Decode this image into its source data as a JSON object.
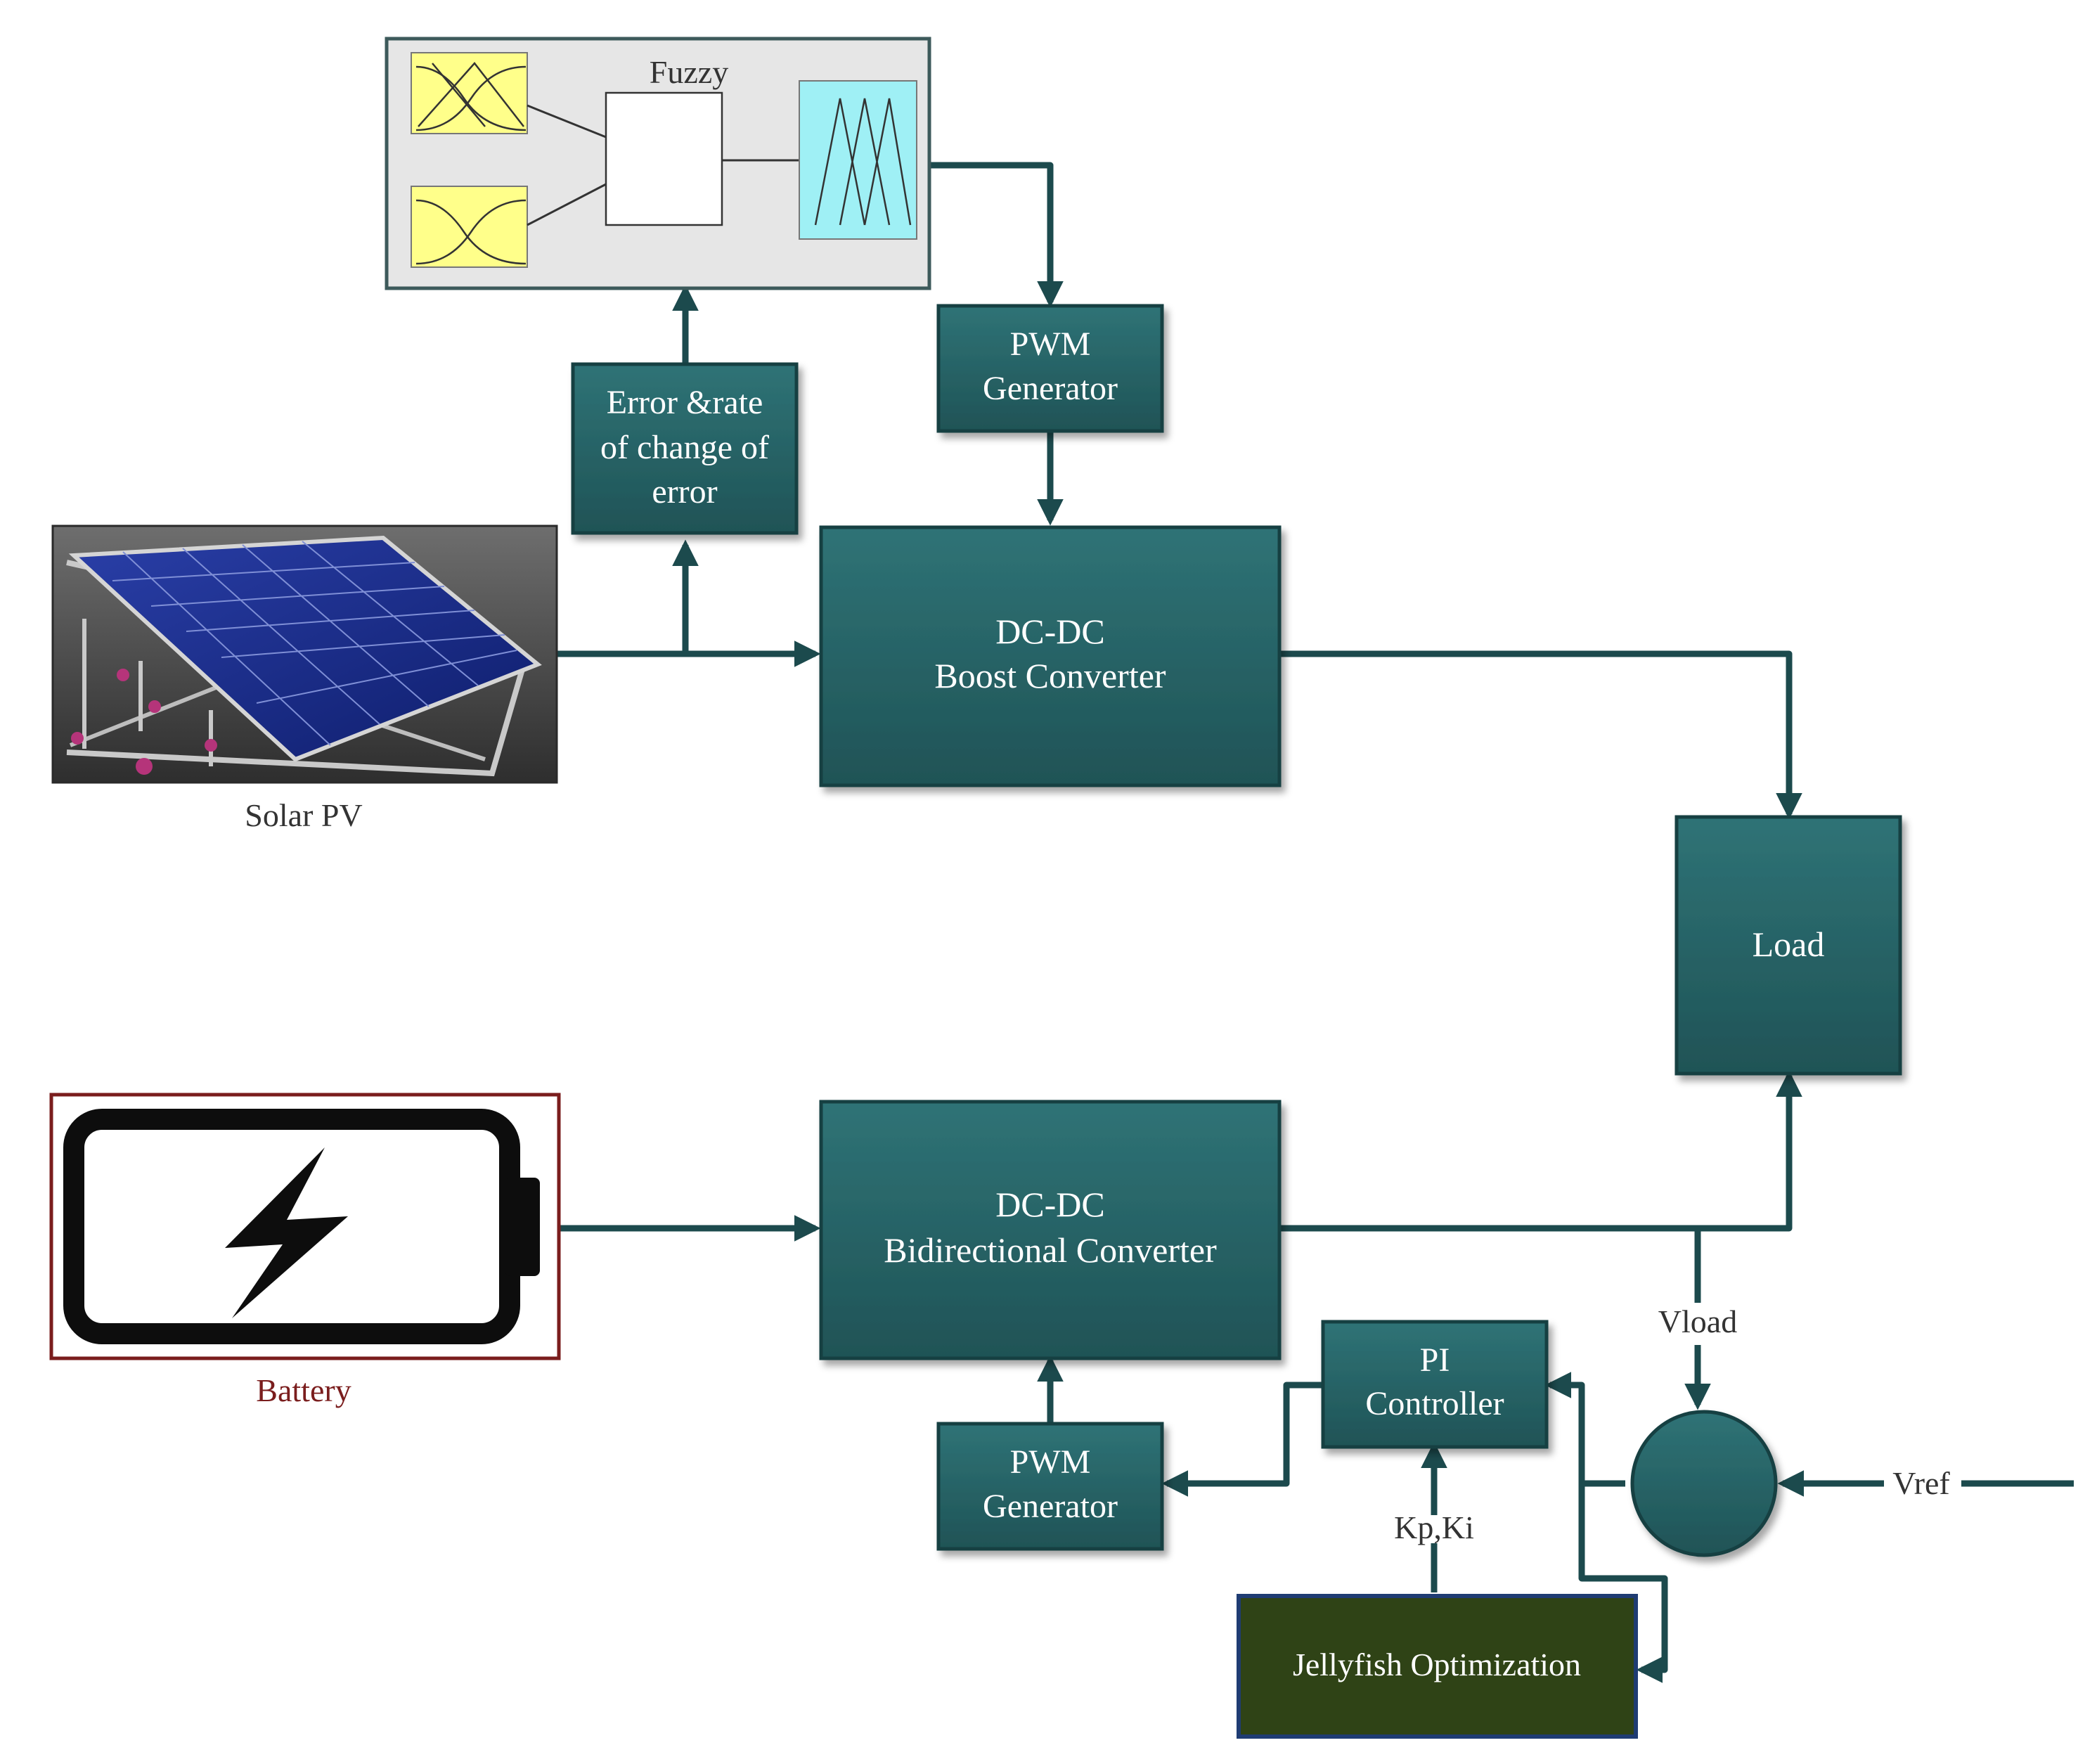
{
  "colors": {
    "block": "#2c6c6f",
    "block_dark": "#1f5356",
    "line": "#1c4a4d",
    "jelly": "#2f4316",
    "jelly_border": "#1f3c73",
    "battery_border": "#7a1d1d",
    "fuzzy_bg": "#e6e6e6",
    "mf_yellow": "#ffff8a",
    "mf_cyan": "#9ff0f5"
  },
  "fuzzy": {
    "title": "Fuzzy"
  },
  "blocks": {
    "error_rate": [
      "Error &rate",
      "of change of",
      "error"
    ],
    "pwm_top": [
      "PWM",
      "Generator"
    ],
    "boost": [
      "DC-DC",
      "Boost Converter"
    ],
    "load": [
      "Load"
    ],
    "bidirectional": [
      "DC-DC",
      "Bidirectional Converter"
    ],
    "pi": [
      "PI",
      "Controller"
    ],
    "pwm_bottom": [
      "PWM",
      "Generator"
    ],
    "jellyfish": [
      "Jellyfish Optimization"
    ]
  },
  "labels": {
    "solar": "Solar PV",
    "battery": "Battery",
    "vload": "Vload",
    "vref": "Vref",
    "kpki": "Kp,Ki"
  }
}
